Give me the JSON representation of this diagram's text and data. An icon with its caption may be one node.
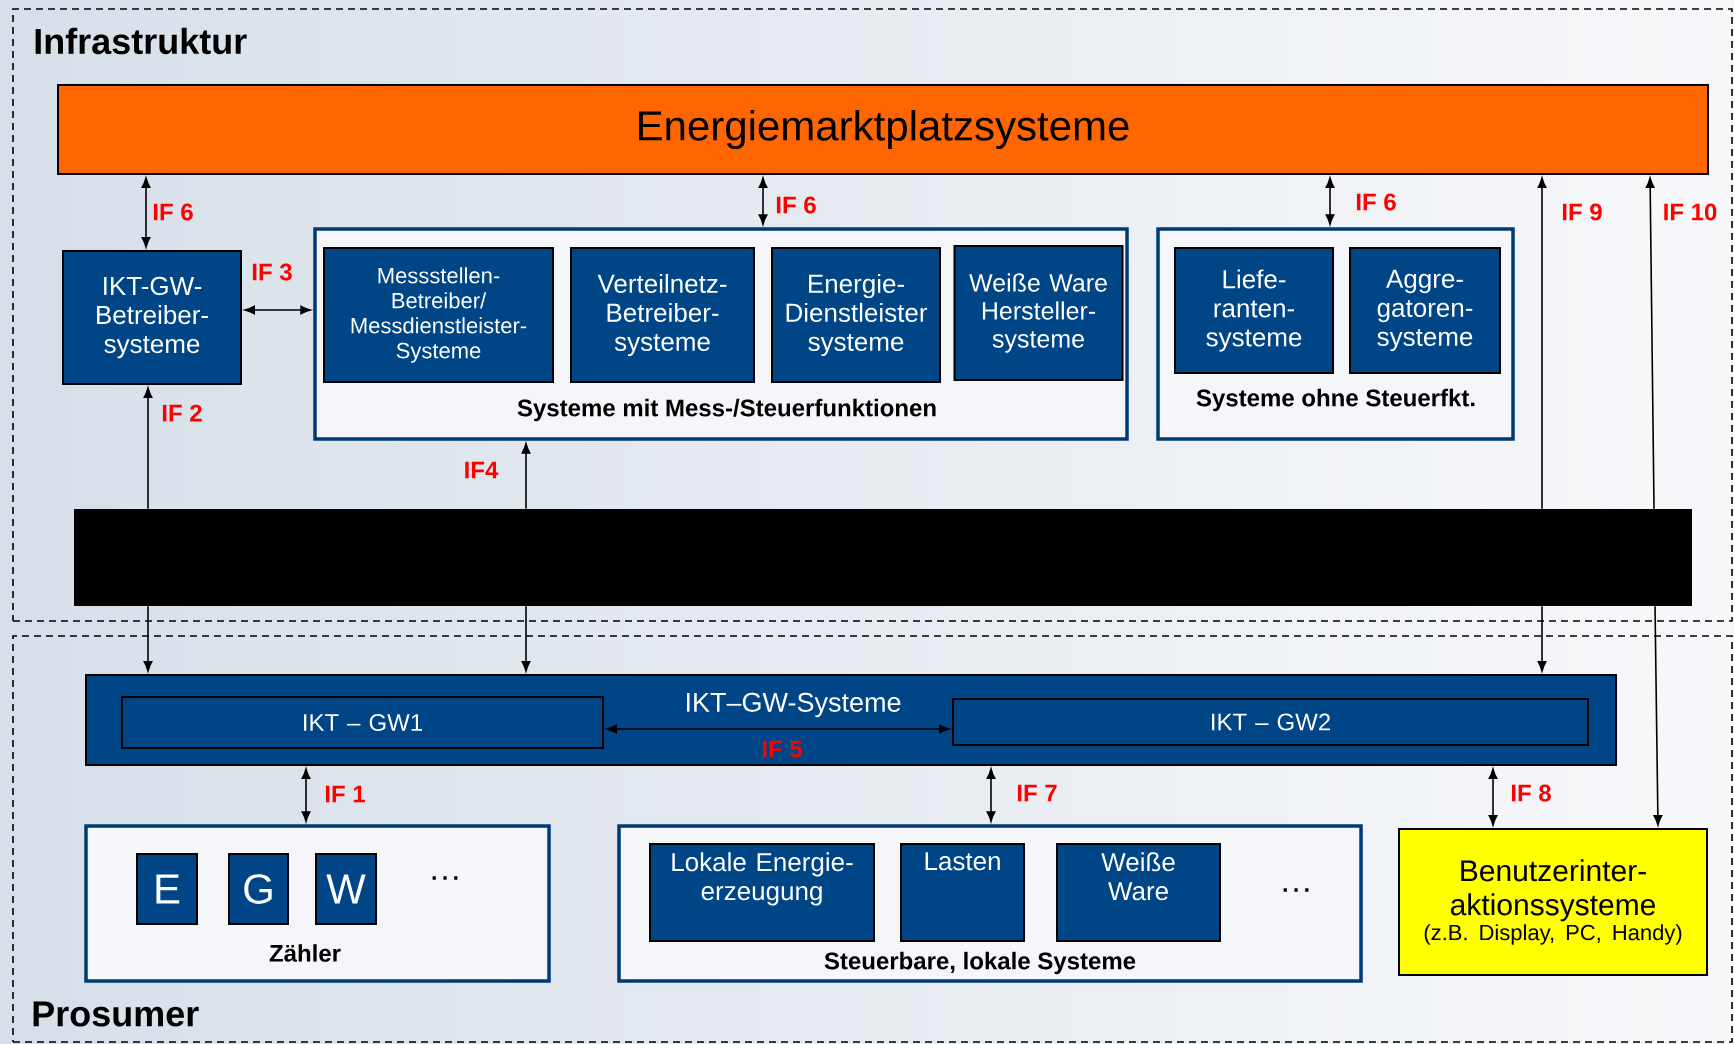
{
  "diagram": {
    "nodes": [
      {
        "text": [
          "Infrastruktur"
        ]
      },
      {
        "text": [
          "Energiemarktplatzsysteme"
        ],
        "in": 0
      },
      {
        "text": [
          "IKT-GW- Betreiber- systeme"
        ],
        "in": 0
      },
      {
        "text": [
          "Systeme mit Mess-/Steuerfunktionen"
        ],
        "in": 0
      },
      {
        "text": [
          "Messstellen- Betreiber/ Messdienstleister- Systeme"
        ],
        "in": 3
      },
      {
        "text": [
          "Verteilnetz- Betreiber- systeme"
        ],
        "in": 3
      },
      {
        "text": [
          "Energie- Dienstleister systeme"
        ],
        "in": 3
      },
      {
        "text": [
          "Weiße Ware Hersteller- systeme"
        ],
        "in": 3
      },
      {
        "text": [
          "Systeme ohne Steuerfkt."
        ],
        "in": 0
      },
      {
        "text": [
          "Liefe- ranten- systeme"
        ],
        "in": 8
      },
      {
        "text": [
          "Aggre- gatoren- systeme"
        ],
        "in": 8
      },
      {
        "text": [
          "Prosumer"
        ]
      },
      {
        "text": [
          "IKT–GW-Systeme"
        ],
        "in": 11
      },
      {
        "text": [
          "IKT – GW1"
        ],
        "in": 12
      },
      {
        "text": [
          "IKT – GW2"
        ],
        "in": 12
      },
      {
        "text": [
          "Zähler"
        ],
        "in": 11
      },
      {
        "text": [
          "E"
        ],
        "in": 15
      },
      {
        "text": [
          "G"
        ],
        "in": 15
      },
      {
        "text": [
          "W"
        ],
        "in": 15
      },
      {
        "text": [
          "Steuerbare, lokale Systeme"
        ],
        "in": 11
      },
      {
        "text": [
          "Lokale Energie- erzeugung"
        ],
        "in": 19
      },
      {
        "text": [
          "Lasten"
        ],
        "in": 19
      },
      {
        "text": [
          "Weiße Ware"
        ],
        "in": 19
      },
      {
        "text": [
          "Benutzerinter- aktionssysteme",
          "(z.B. Display, PC, Handy)"
        ],
        "in": 11
      },
      {
        "text": [],
        "shape": "bar",
        "in": 0
      }
    ],
    "edges": [
      {
        "from": 2,
        "to": 1,
        "arrow": "both",
        "label": "IF 6"
      },
      {
        "from": 3,
        "to": 1,
        "arrow": "both",
        "label": "IF 6"
      },
      {
        "from": 8,
        "to": 1,
        "arrow": "both",
        "label": "IF 6"
      },
      {
        "from": 24,
        "to": 1,
        "arrow": "to",
        "label": "IF 9"
      },
      {
        "from": 24,
        "to": 1,
        "arrow": "to",
        "label": "IF 10"
      },
      {
        "from": 2,
        "to": 3,
        "arrow": "both",
        "label": "IF 3"
      },
      {
        "from": 24,
        "to": 2,
        "arrow": "to",
        "label": "IF 2"
      },
      {
        "from": 24,
        "to": 3,
        "arrow": "to",
        "label": "IF4"
      },
      {
        "from": 13,
        "to": 14,
        "arrow": "both",
        "label": "IF 5"
      },
      {
        "from": 12,
        "to": 15,
        "arrow": "both",
        "label": "IF 1"
      },
      {
        "from": 12,
        "to": 19,
        "arrow": "both",
        "label": "IF 7"
      },
      {
        "from": 12,
        "to": 23,
        "arrow": "both",
        "label": "IF 8"
      },
      {
        "from": 24,
        "to": 12,
        "arrow": "to"
      },
      {
        "from": 24,
        "to": 12,
        "arrow": "to"
      },
      {
        "from": 24,
        "to": 12,
        "arrow": "to"
      },
      {
        "from": 24,
        "to": 23,
        "arrow": "to"
      }
    ],
    "labels": [
      "…",
      "…"
    ]
  }
}
